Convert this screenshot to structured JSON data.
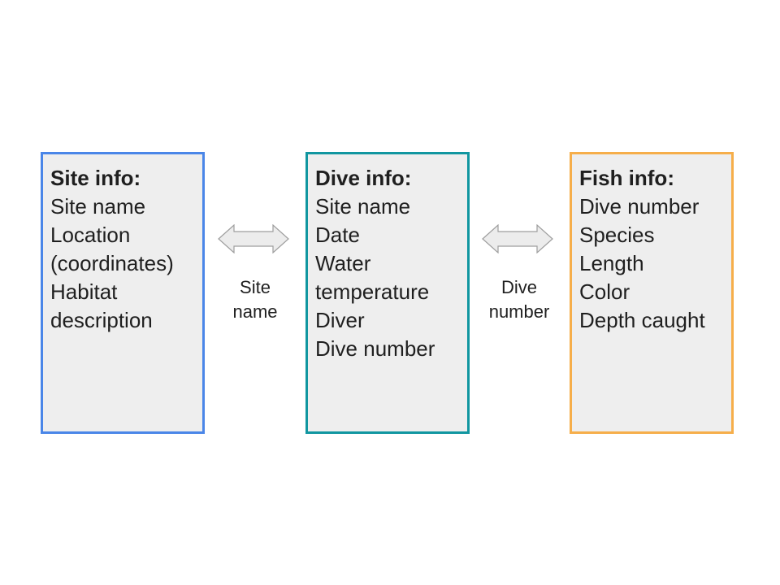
{
  "colors": {
    "site_border": "#4a86e8",
    "dive_border": "#1196a0",
    "fish_border": "#f6ae4a",
    "box_fill": "#eeeeee",
    "arrow_fill": "#ececec",
    "arrow_stroke": "#9e9e9e"
  },
  "boxes": {
    "site": {
      "title": "Site info:",
      "lines": [
        "Site name",
        "Location",
        "(coordinates)",
        "Habitat",
        "description"
      ]
    },
    "dive": {
      "title": "Dive info:",
      "lines": [
        "Site name",
        "Date",
        "Water",
        "temperature",
        "Diver",
        "Dive number"
      ]
    },
    "fish": {
      "title": "Fish info:",
      "lines": [
        "Dive number",
        "Species",
        "Length",
        "Color",
        "Depth caught"
      ]
    }
  },
  "links": [
    {
      "label_lines": [
        "Site",
        "name"
      ],
      "icon": "double-arrow-icon"
    },
    {
      "label_lines": [
        "Dive",
        "number"
      ],
      "icon": "double-arrow-icon"
    }
  ]
}
